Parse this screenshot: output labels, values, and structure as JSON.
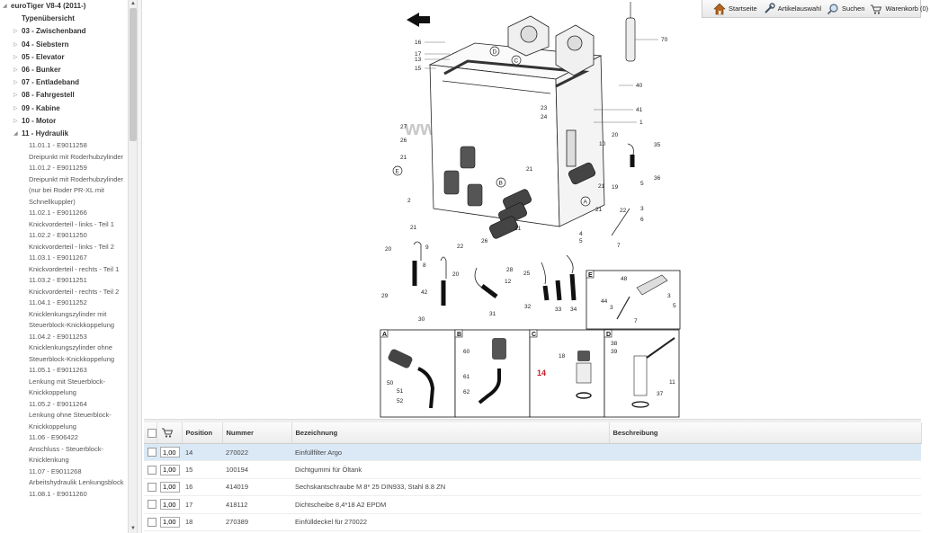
{
  "sidebar": {
    "root_label": "euroTiger V8-4 (2011-)",
    "overview_label": "Typenübersicht",
    "groups": [
      {
        "label": "03 - Zwischenband"
      },
      {
        "label": "04 - Siebstern"
      },
      {
        "label": "05 - Elevator"
      },
      {
        "label": "06 - Bunker"
      },
      {
        "label": "07 - Entladeband"
      },
      {
        "label": "08 - Fahrgestell"
      },
      {
        "label": "09 - Kabine"
      },
      {
        "label": "10 - Motor"
      },
      {
        "label": "11 - Hydraulik"
      }
    ],
    "hydraulik_items": [
      {
        "code": "11.01.1 - E9011258",
        "text": "Dreipunkt mit Roderhubzylinder"
      },
      {
        "code": "11.01.2 - E9011259",
        "text": "Dreipunkt mit Roderhubzylinder (nur bei Roder PR-XL mit Schnellkuppler)"
      },
      {
        "code": "11.02.1 - E9011266",
        "text": "Knickvorderteil - links - Teil 1"
      },
      {
        "code": "11.02.2 - E9011250",
        "text": "Knickvorderteil - links - Teil 2"
      },
      {
        "code": "11.03.1 - E9011267",
        "text": "Knickvorderteil - rechts - Teil 1"
      },
      {
        "code": "11.03.2 - E9011251",
        "text": "Knickvorderteil - rechts - Teil 2"
      },
      {
        "code": "11.04.1 - E9011252",
        "text": "Knicklenkungszylinder mit Steuerblock-Knickkoppelung"
      },
      {
        "code": "11.04.2 - E9011253",
        "text": "Knicklenkungszylinder ohne Steuerblock-Knickkoppelung"
      },
      {
        "code": "11.05.1 - E9011263",
        "text": "Lenkung mit Steuerblock-Knickkoppelung"
      },
      {
        "code": "11.05.2 - E9011264",
        "text": "Lenkung ohne Steuerblock-Knickkoppelung"
      },
      {
        "code": "11.06 - E906422",
        "text": "Anschluss - Steuerblock-Knicklenkung"
      },
      {
        "code": "11.07 - E9011268",
        "text": "Arbeitshydraulik Lenkungsblock"
      },
      {
        "code": "11.08.1 - E9011260",
        "text": ""
      }
    ]
  },
  "toolbar": {
    "home": "Startseite",
    "articles": "Artikelauswahl",
    "search": "Suchen",
    "cart": "Warenkorb (0)"
  },
  "drawing": {
    "watermark": "www.adro.cz",
    "callouts": [
      "16",
      "17",
      "13",
      "15",
      "70",
      "40",
      "41",
      "1",
      "23",
      "24",
      "20",
      "35",
      "10",
      "27",
      "26",
      "21",
      "E",
      "2",
      "D",
      "C",
      "B",
      "A",
      "36",
      "19",
      "21",
      "5",
      "3",
      "6",
      "7",
      "22",
      "4",
      "5",
      "20",
      "9",
      "8",
      "22",
      "26",
      "28",
      "25",
      "12",
      "29",
      "42",
      "20",
      "30",
      "31",
      "32",
      "33",
      "34",
      "44",
      "3",
      "48",
      "5",
      "3",
      "7",
      "22",
      "21",
      "21",
      "21",
      "21"
    ],
    "insets": [
      {
        "letter": "A",
        "numbers": [
          "50",
          "51",
          "52"
        ]
      },
      {
        "letter": "B",
        "numbers": [
          "60",
          "61",
          "62"
        ]
      },
      {
        "letter": "C",
        "numbers": [
          "18",
          "14"
        ]
      },
      {
        "letter": "D",
        "numbers": [
          "38",
          "39",
          "11",
          "37"
        ]
      },
      {
        "letter": "E",
        "numbers": [
          "48",
          "44",
          "3",
          "5",
          "3",
          "7"
        ]
      }
    ],
    "highlight_callout": "14"
  },
  "table": {
    "headers": {
      "position": "Position",
      "number": "Nummer",
      "designation": "Bezeichnung",
      "description": "Beschreibung"
    },
    "rows": [
      {
        "qty": "1,00",
        "position": "14",
        "number": "270022",
        "designation": "Einfüllfilter Argo",
        "description": ""
      },
      {
        "qty": "1,00",
        "position": "15",
        "number": "100194",
        "designation": "Dichtgummi für Öltank",
        "description": ""
      },
      {
        "qty": "1,00",
        "position": "16",
        "number": "414019",
        "designation": "Sechskantschraube M 8* 25 DIN933, Stahl 8.8 ZN",
        "description": ""
      },
      {
        "qty": "1,00",
        "position": "17",
        "number": "418112",
        "designation": "Dichtscheibe 8,4*18 A2 EPDM",
        "description": ""
      },
      {
        "qty": "1,00",
        "position": "18",
        "number": "270389",
        "designation": "Einfülldeckel für 270022",
        "description": ""
      }
    ]
  }
}
